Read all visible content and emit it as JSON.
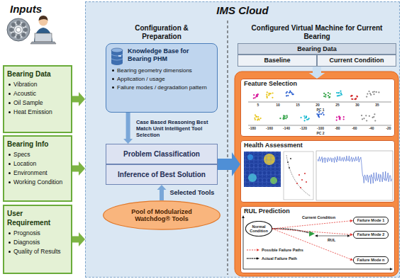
{
  "diagram": {
    "nodes": [
      {
        "text": [
          "Bearing Data",
          "Vibration",
          "Acoustic",
          "Oil Sample",
          "Heat Emission"
        ]
      },
      {
        "text": [
          "Bearing Info",
          "Specs",
          "Location",
          "Environment",
          "Working Condition"
        ]
      },
      {
        "text": [
          "User Requirement",
          "Prognosis",
          "Diagnosis",
          "Quality of Results"
        ]
      },
      {
        "text": [
          "IMS Cloud"
        ]
      },
      {
        "text": [
          "Knowledge Base for Bearing PHM",
          "Bearing geometry dimensions",
          "Application / usage",
          "Failure modes / degradation pattern"
        ],
        "in": 3
      },
      {
        "text": [
          "Problem Classification"
        ],
        "in": 3
      },
      {
        "text": [
          "Inference of Best Solution"
        ],
        "in": 3
      },
      {
        "text": [
          "Pool of Modularized Watchdog® Tools"
        ],
        "in": 3
      },
      {
        "text": [
          "Bearing Data"
        ],
        "in": 3
      },
      {
        "text": [
          "Baseline"
        ],
        "in": 3
      },
      {
        "text": [
          "Current Condition"
        ],
        "in": 3
      },
      {
        "text": [
          "Feature Selection"
        ],
        "in": 3
      },
      {
        "text": [
          "Health Assessment"
        ],
        "in": 3
      },
      {
        "text": [
          "RUL Prediction"
        ],
        "in": 3
      },
      {
        "text": [
          "Normal Condition"
        ],
        "in": 13
      },
      {
        "text": [
          "Failure Mode 1"
        ],
        "in": 13
      },
      {
        "text": [
          "Failure Mode 2"
        ],
        "in": 13
      },
      {
        "text": [
          "Failure Mode n"
        ],
        "in": 13
      }
    ],
    "edges": [
      {
        "from": 0,
        "to": 3,
        "arrow": "to"
      },
      {
        "from": 1,
        "to": 3,
        "arrow": "to"
      },
      {
        "from": 2,
        "to": 3,
        "arrow": "to"
      },
      {
        "from": 4,
        "to": 5,
        "arrow": "to",
        "label": "Case Based Reasoning Best Match Unit Intelligent Tool Selection"
      },
      {
        "from": 7,
        "to": 6,
        "arrow": "to",
        "label": "Selected Tools"
      },
      {
        "from": 6,
        "to": 12,
        "arrow": "to"
      },
      {
        "from": 9,
        "to": 11,
        "arrow": "to"
      },
      {
        "from": 10,
        "to": 11,
        "arrow": "to"
      },
      {
        "from": 14,
        "to": 15,
        "arrow": "to"
      },
      {
        "from": 14,
        "to": 16,
        "arrow": "to"
      },
      {
        "from": 14,
        "to": 17,
        "arrow": "to"
      }
    ],
    "labels": [
      "Inputs",
      "Configuration & Preparation",
      "Configured Virtual Machine for Current Bearing",
      "5",
      "10",
      "15",
      "20",
      "25",
      "30",
      "35",
      "PC 1",
      "-180",
      "-160",
      "-140",
      "-120",
      "-100",
      "-80",
      "-60",
      "-40",
      "-20",
      "PC 2",
      "Current Condition",
      "RUL"
    ],
    "legend": [
      {
        "text": "Possible Failure Paths"
      },
      {
        "text": "Actual Failure Path"
      }
    ]
  }
}
